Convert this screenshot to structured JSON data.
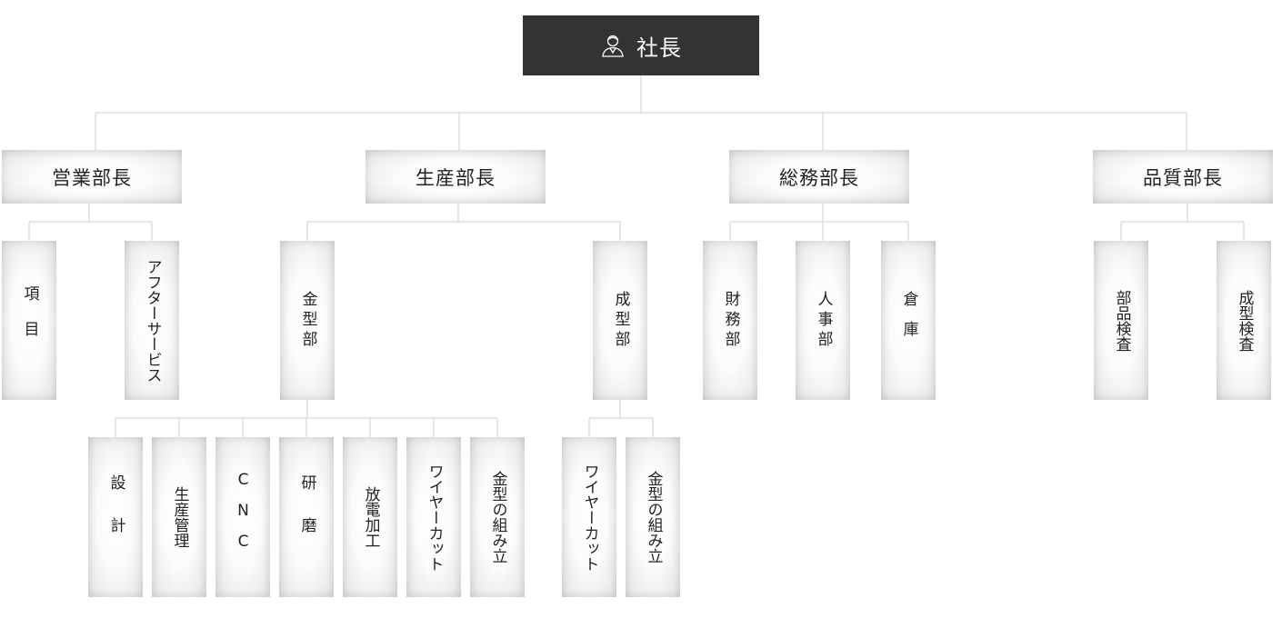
{
  "ceo": {
    "label": "社長",
    "icon": "person-icon"
  },
  "heads": {
    "sales": "営業部長",
    "production": "生産部長",
    "general_affairs": "総務部長",
    "quality": "品質部長"
  },
  "sales_units": {
    "items": "項目",
    "after_service": "アフターサービス"
  },
  "production_units": {
    "mold": "金型部",
    "molding": "成型部"
  },
  "general_units": {
    "finance": "財務部",
    "hr": "人事部",
    "warehouse": "倉庫"
  },
  "quality_units": {
    "parts_inspection": "部品検査",
    "molding_inspection": "成型検査"
  },
  "mold_sections": {
    "design": "設計",
    "production_control": "生産管理",
    "cnc": "CNC",
    "grinding": "研磨",
    "edm": "放電加工",
    "wire_cut": "ワイヤーカット",
    "assembly": "金型の組み立"
  },
  "molding_sections": {
    "wire_cut": "ワイヤーカット",
    "assembly": "金型の組み立"
  },
  "colors": {
    "ceo_bg": "#333333",
    "line": "#cfcfcf"
  }
}
